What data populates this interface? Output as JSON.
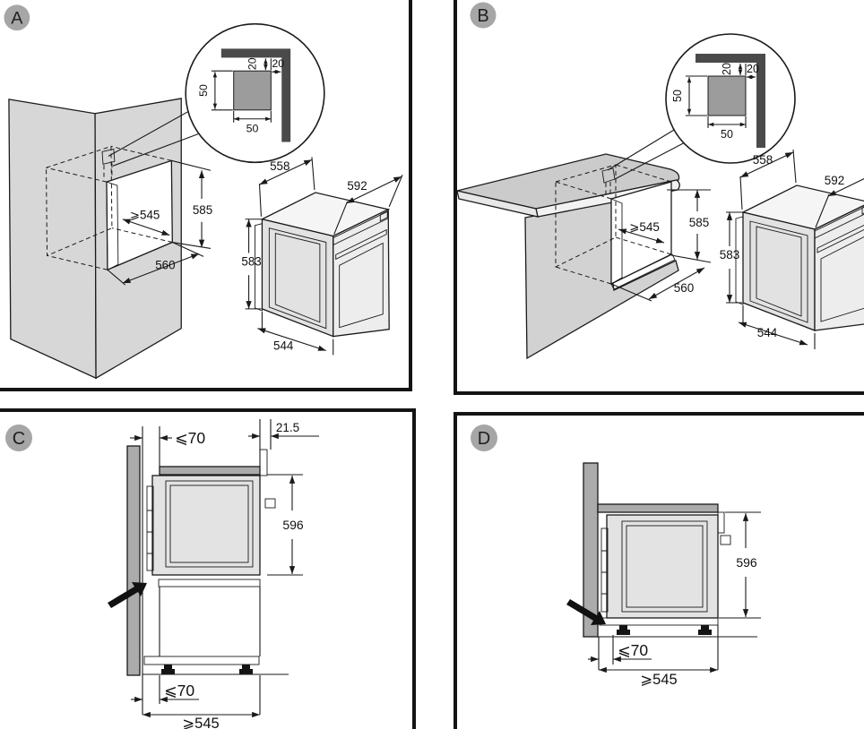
{
  "page": {
    "background": "#ffffff",
    "divider_color": "#141414",
    "line_color": "#1a1a1a",
    "badge_color": "#a6a6a6",
    "cabinet_fill": "#d7d7d7",
    "wall_fill": "#ababab",
    "bracket_fill": "#4a4a4a",
    "bracket_square_fill": "#9c9c9c"
  },
  "panels": {
    "a": {
      "label": "A",
      "callout": {
        "top_offset": "20",
        "side_offset": "20",
        "height": "50",
        "width": "50"
      },
      "niche": {
        "depth": "⩾545",
        "height": "585",
        "width": "560"
      },
      "oven": {
        "depth": "558",
        "width": "592",
        "height": "583",
        "bottom_depth": "544"
      }
    },
    "b": {
      "label": "B",
      "callout": {
        "top_offset": "20",
        "side_offset": "20",
        "height": "50",
        "width": "50"
      },
      "niche": {
        "depth": "⩾545",
        "height": "585",
        "width": "560"
      },
      "oven": {
        "depth": "558",
        "width": "592",
        "height": "583",
        "bottom_depth": "544"
      }
    },
    "c": {
      "label": "C",
      "top_side_gap": "⩽70",
      "front_protrusion": "21.5",
      "front_height": "596",
      "bottom_side_gap": "⩽70",
      "min_depth": "⩾545"
    },
    "d": {
      "label": "D",
      "front_height": "596",
      "side_gap": "⩽70",
      "min_depth": "⩾545"
    }
  }
}
